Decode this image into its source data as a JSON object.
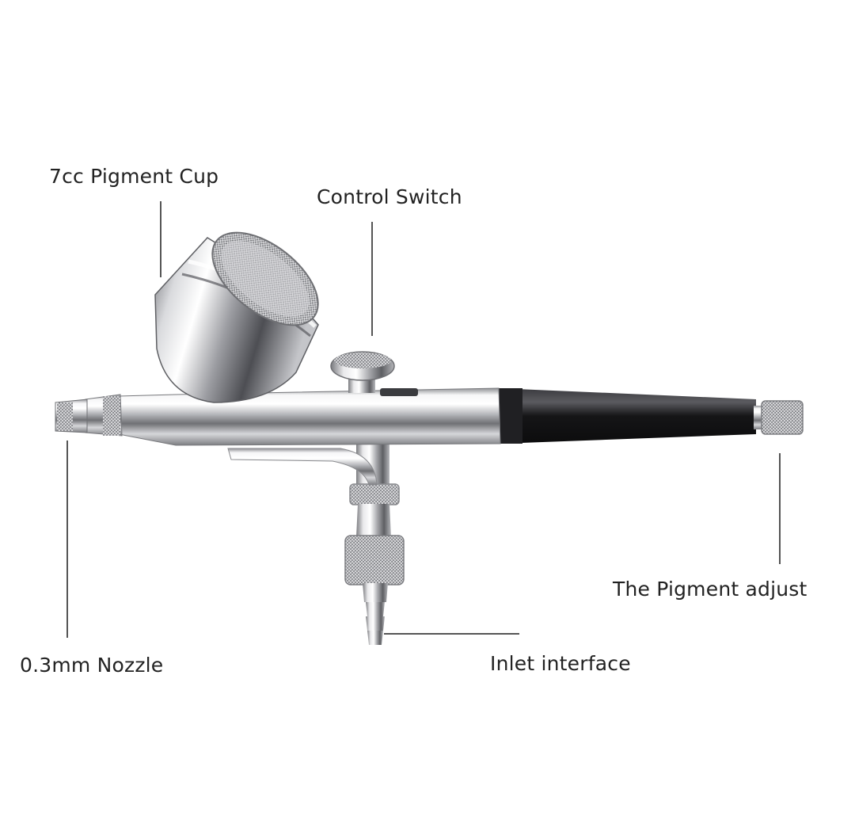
{
  "image": {
    "background": "#ffffff",
    "leader_color": "#555555",
    "metal_color": "#c9c9cc",
    "grip_color": "#1c1c1e"
  },
  "labels": {
    "cup": "7cc Pigment Cup",
    "switch": "Control Switch",
    "adjust": "The Pigment adjust",
    "nozzle": "0.3mm Nozzle",
    "inlet": "Inlet interface"
  }
}
